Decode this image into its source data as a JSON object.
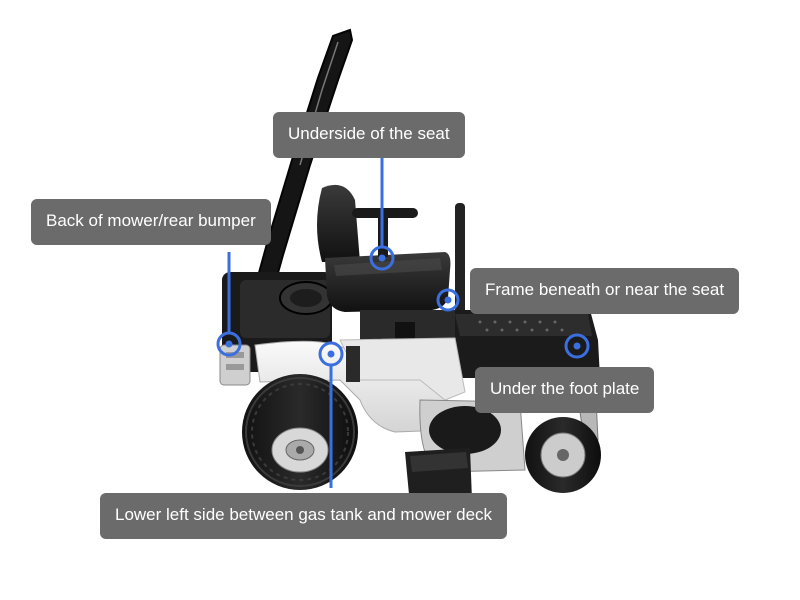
{
  "callouts": {
    "seat_underside": "Underside of the seat",
    "rear_bumper": "Back of mower/rear bumper",
    "frame_seat": "Frame beneath or near the seat",
    "foot_plate": "Under the foot plate",
    "lower_left": "Lower left side between gas tank and mower deck"
  },
  "colors": {
    "marker": "#3b6fe0",
    "callout_bg": "#6b6b6b",
    "callout_text": "#ffffff"
  },
  "image": {
    "subject": "zero-turn mower side view"
  }
}
